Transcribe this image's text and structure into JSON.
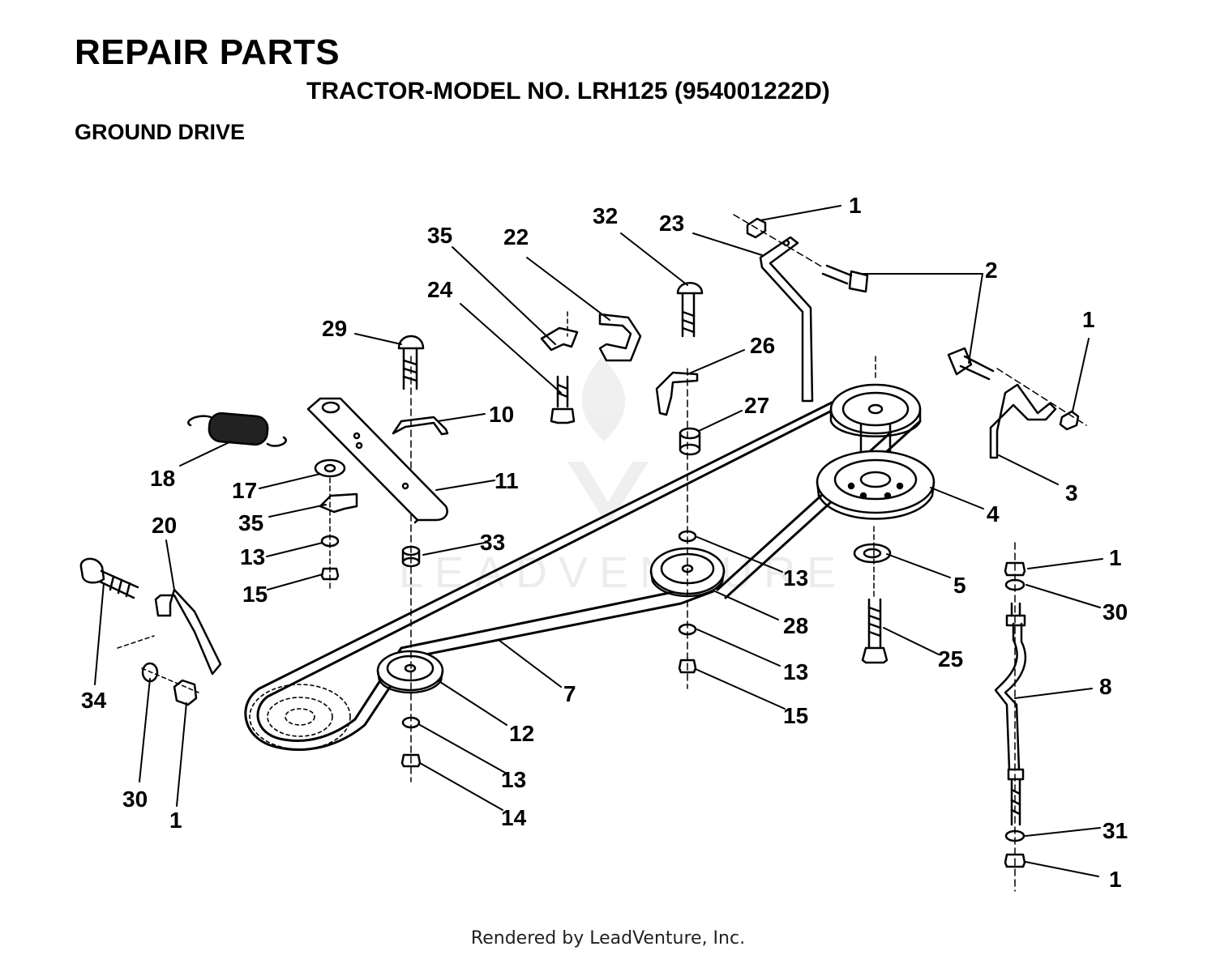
{
  "header": {
    "title": "REPAIR PARTS",
    "model": "TRACTOR-MODEL NO. LRH125 (954001222D)",
    "section": "GROUND DRIVE"
  },
  "watermark": "LEADVENTURE",
  "footer": "Rendered by LeadVenture, Inc.",
  "callouts": [
    {
      "id": "c1a",
      "label": "1"
    },
    {
      "id": "c23",
      "label": "23"
    },
    {
      "id": "c32",
      "label": "32"
    },
    {
      "id": "c35a",
      "label": "35"
    },
    {
      "id": "c22",
      "label": "22"
    },
    {
      "id": "c2",
      "label": "2"
    },
    {
      "id": "c24",
      "label": "24"
    },
    {
      "id": "c29",
      "label": "29"
    },
    {
      "id": "c26",
      "label": "26"
    },
    {
      "id": "c1b",
      "label": "1"
    },
    {
      "id": "c27",
      "label": "27"
    },
    {
      "id": "c10",
      "label": "10"
    },
    {
      "id": "c18",
      "label": "18"
    },
    {
      "id": "c11",
      "label": "11"
    },
    {
      "id": "c17",
      "label": "17"
    },
    {
      "id": "c3",
      "label": "3"
    },
    {
      "id": "c4",
      "label": "4"
    },
    {
      "id": "c35b",
      "label": "35"
    },
    {
      "id": "c20",
      "label": "20"
    },
    {
      "id": "c33",
      "label": "33"
    },
    {
      "id": "c13a",
      "label": "13"
    },
    {
      "id": "c1c",
      "label": "1"
    },
    {
      "id": "c13b",
      "label": "13"
    },
    {
      "id": "c5",
      "label": "5"
    },
    {
      "id": "c30a",
      "label": "30"
    },
    {
      "id": "c15a",
      "label": "15"
    },
    {
      "id": "c28",
      "label": "28"
    },
    {
      "id": "c13c",
      "label": "13"
    },
    {
      "id": "c25",
      "label": "25"
    },
    {
      "id": "c8",
      "label": "8"
    },
    {
      "id": "c7",
      "label": "7"
    },
    {
      "id": "c34",
      "label": "34"
    },
    {
      "id": "c15b",
      "label": "15"
    },
    {
      "id": "c12",
      "label": "12"
    },
    {
      "id": "c13d",
      "label": "13"
    },
    {
      "id": "c30b",
      "label": "30"
    },
    {
      "id": "c14",
      "label": "14"
    },
    {
      "id": "c1d",
      "label": "1"
    },
    {
      "id": "c31",
      "label": "31"
    },
    {
      "id": "c1e",
      "label": "1"
    }
  ]
}
